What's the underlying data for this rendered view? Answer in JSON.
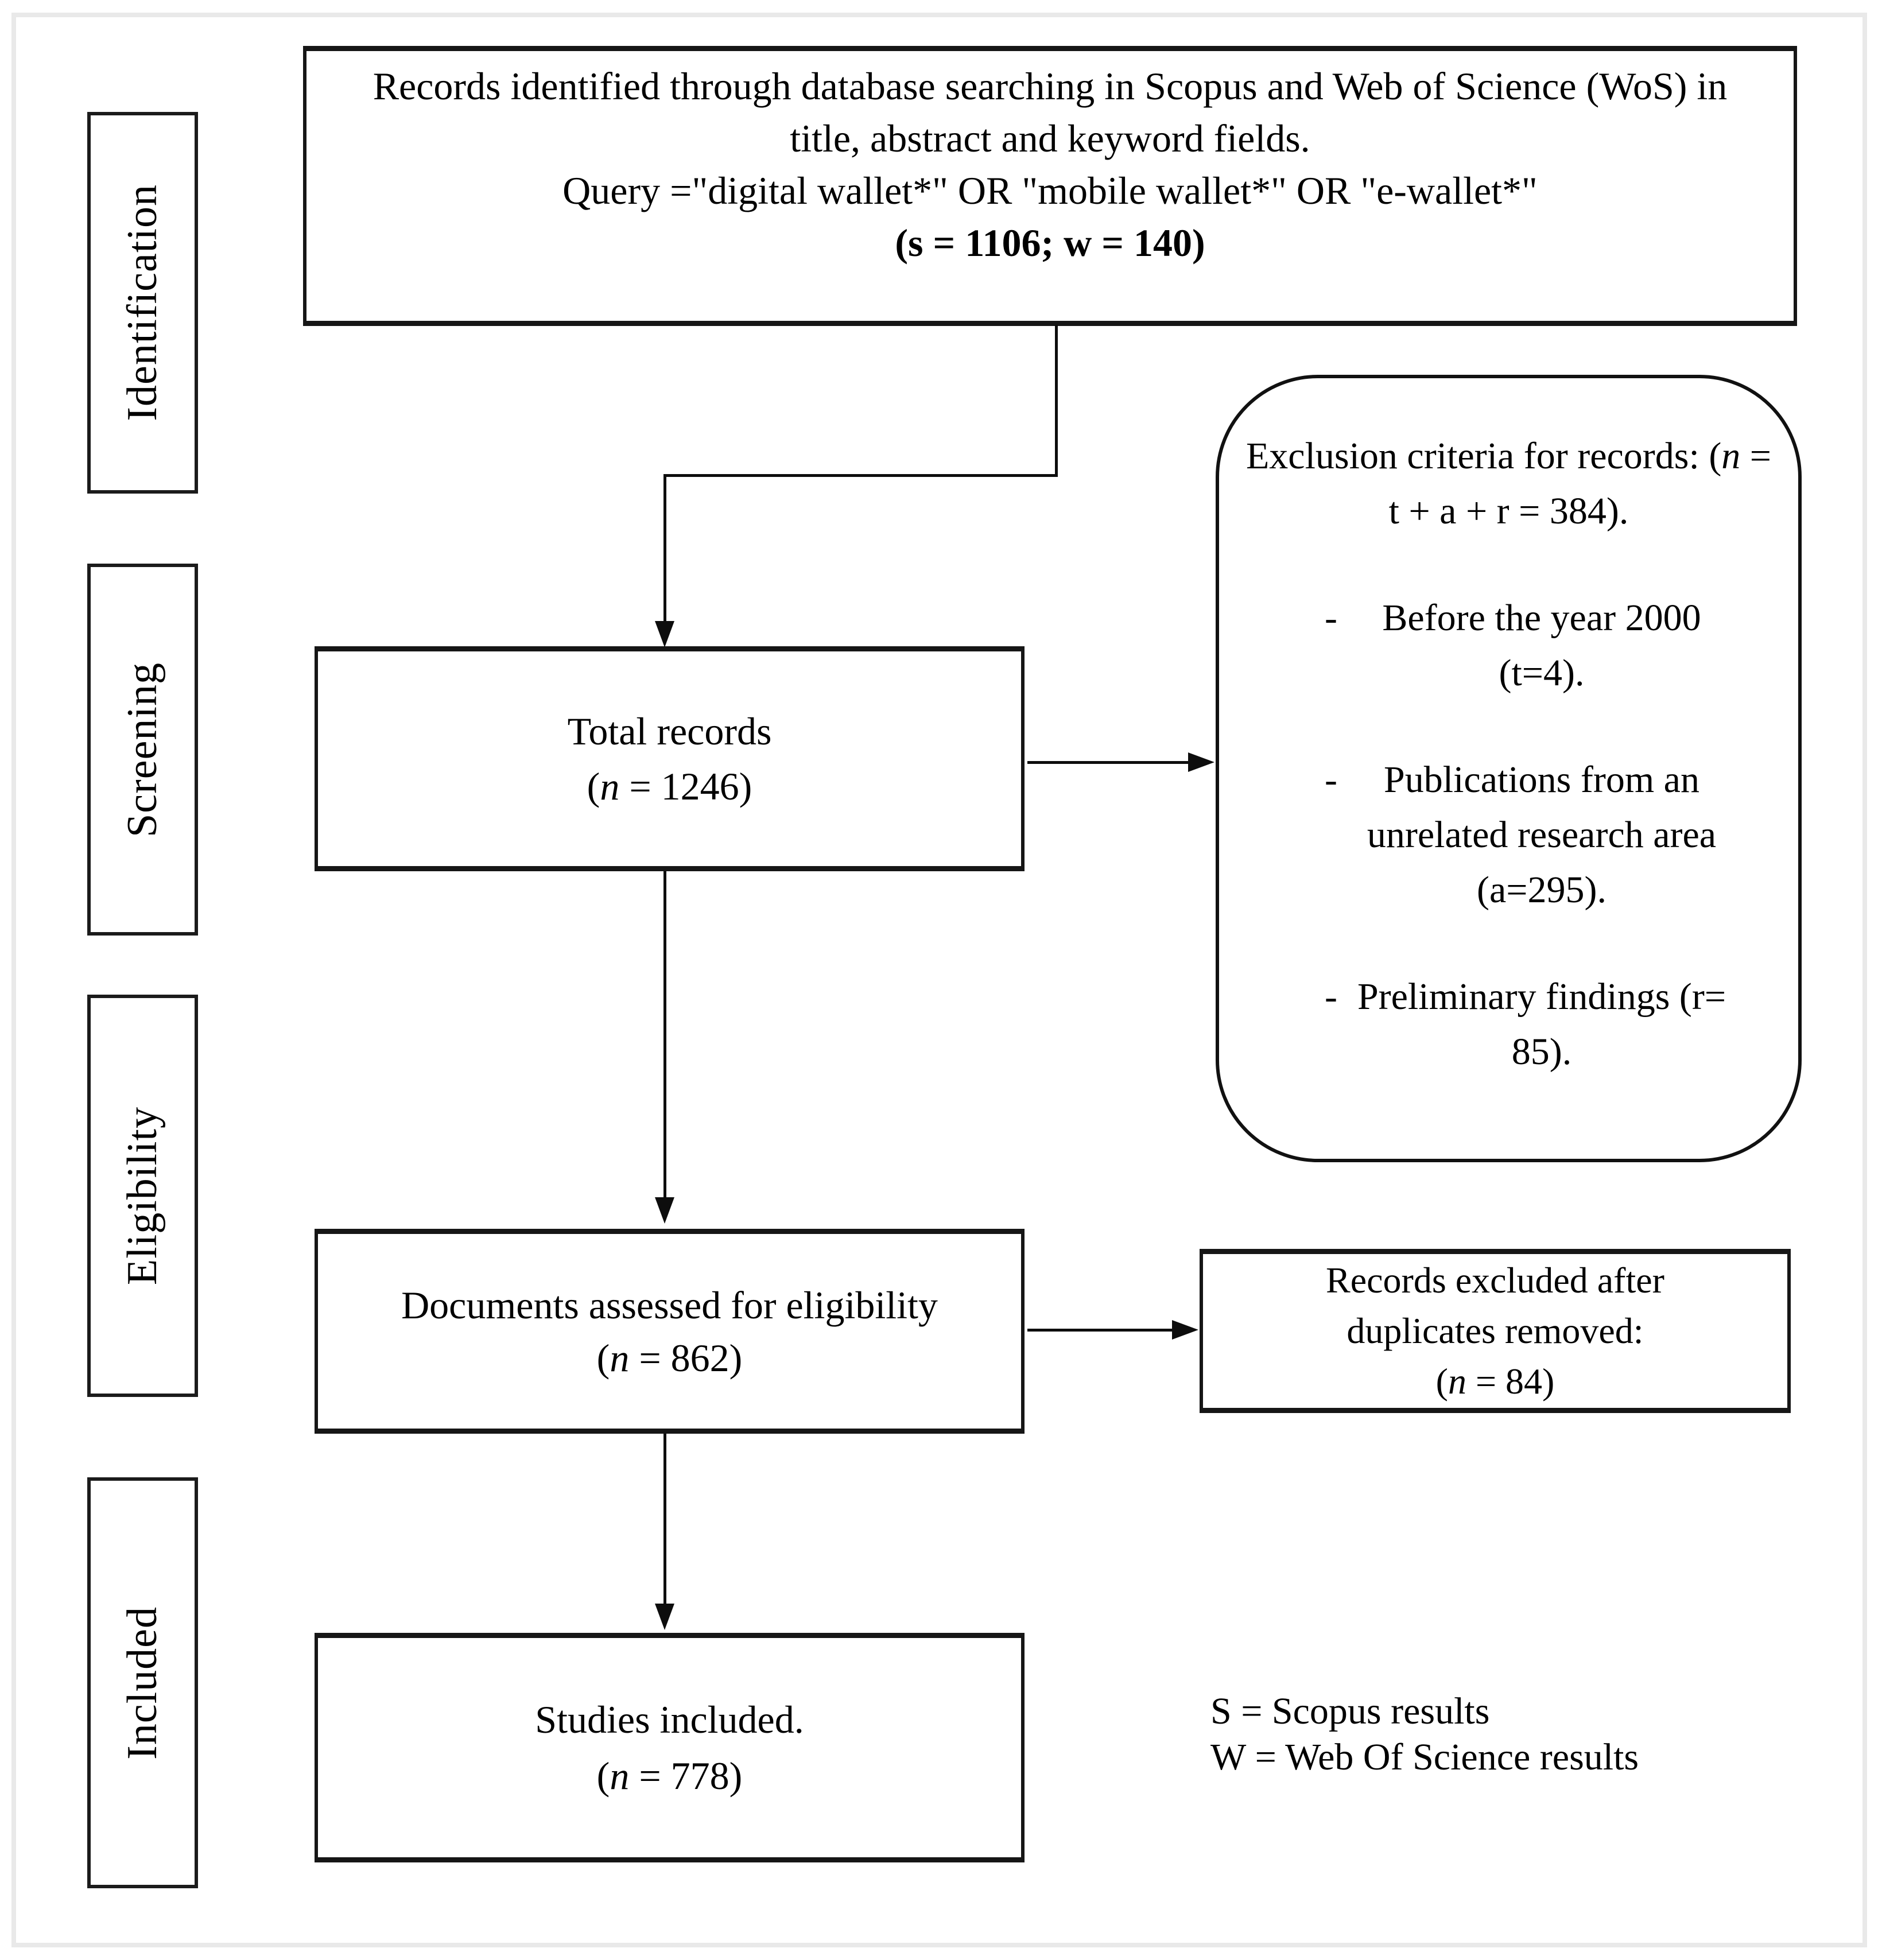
{
  "colors": {
    "background": "#ffffff",
    "border": "#161616",
    "text": "#000000",
    "frame": "#e9e9e9"
  },
  "stages": [
    {
      "label": "Identification"
    },
    {
      "label": "Screening"
    },
    {
      "label": "Eligibility"
    },
    {
      "label": "Included"
    }
  ],
  "boxes": {
    "identified": {
      "line1": "Records identified through database searching in Scopus and Web of Science (WoS) in",
      "line2": "title, abstract and keyword fields.",
      "line3": "Query =\"digital wallet*\" OR \"mobile wallet*\" OR \"e-wallet*\"",
      "line4": "(s = 1106; w = 140)"
    },
    "total_records": {
      "title": "Total records",
      "n_open": "(",
      "n_var": "n",
      "n_rest": " = 1246)"
    },
    "exclusion": {
      "title_line1": "Exclusion criteria for",
      "title_line2": "records:",
      "n_open": "(",
      "n_var": "n",
      "n_rest": " = t + a + r = 384).",
      "items": [
        {
          "dash": "-",
          "lines": [
            "Before the year 2000",
            "(t=4)."
          ]
        },
        {
          "dash": "-",
          "lines": [
            "Publications from an",
            "unrelated research area",
            "(a=295)."
          ]
        },
        {
          "dash": "-",
          "lines": [
            "Preliminary findings",
            "(r= 85)."
          ]
        }
      ]
    },
    "documents": {
      "title": "Documents assessed for eligibility",
      "n_open": "(",
      "n_var": "n",
      "n_rest": " = 862)"
    },
    "records_excluded": {
      "line1": "Records excluded after",
      "line2": "duplicates removed:",
      "n_open": "(",
      "n_var": "n",
      "n_rest": " = 84)"
    },
    "studies": {
      "title": "Studies included.",
      "n_open": "(",
      "n_var": "n",
      "n_rest": " = 778)"
    }
  },
  "legend": {
    "line1": "S = Scopus results",
    "line2": "W = Web Of Science results"
  }
}
